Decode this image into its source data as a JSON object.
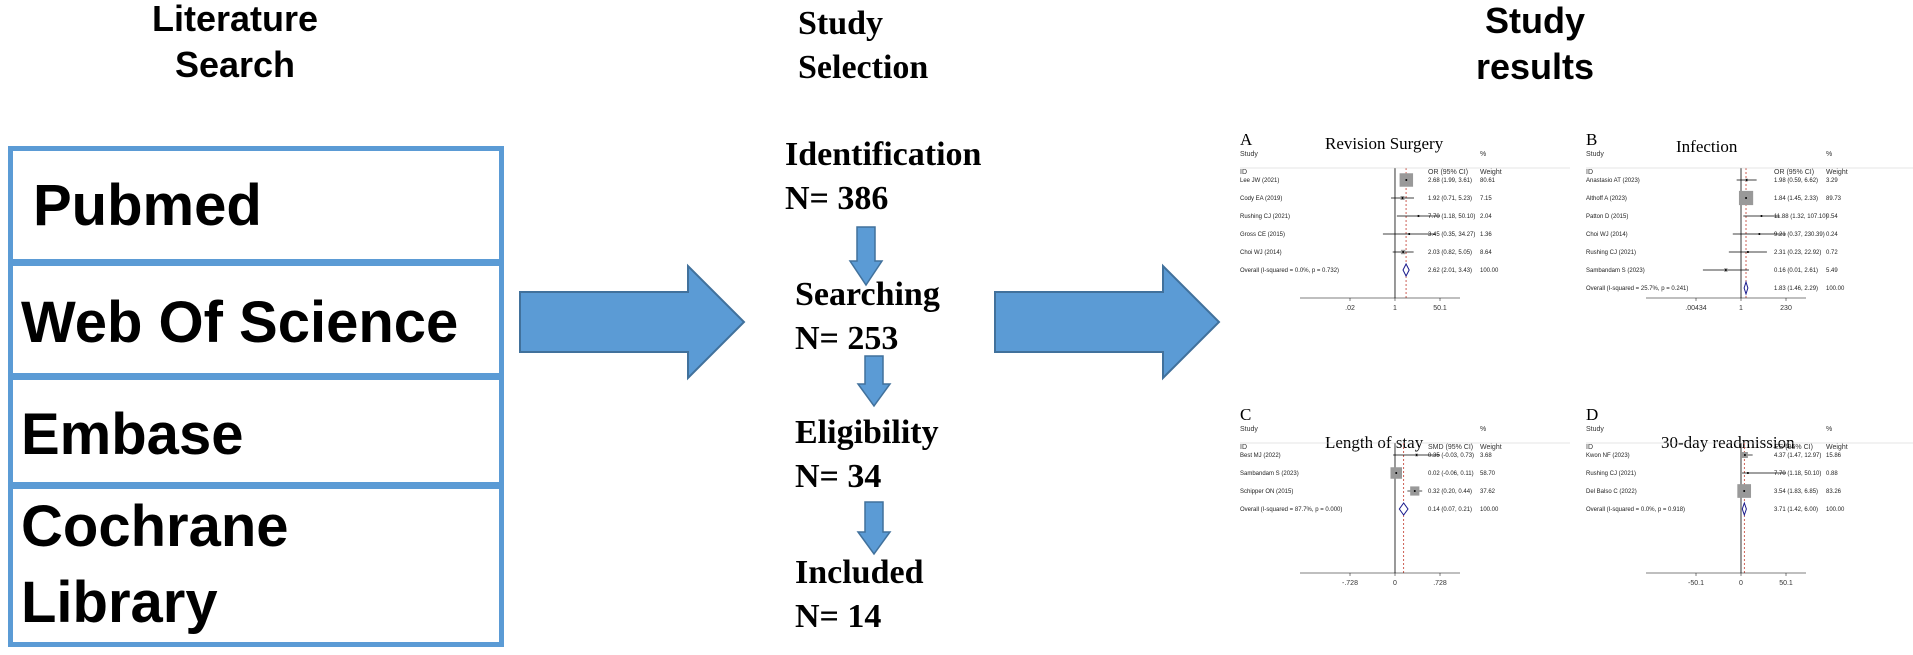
{
  "columns": {
    "search_title": "Literature\nSearch",
    "selection_title": "Study\nSelection",
    "results_title": "Study\nresults"
  },
  "databases": [
    "Pubmed",
    "Web Of Science",
    "Embase",
    "Cochrane\nLibrary"
  ],
  "steps": [
    {
      "label": "Identification",
      "count": "N= 386"
    },
    {
      "label": "Searching",
      "count": "N= 253"
    },
    {
      "label": "Eligibility",
      "count": "N= 34"
    },
    {
      "label": "Included",
      "count": "N= 14"
    }
  ],
  "colors": {
    "box_border": "#5b9bd5",
    "arrow": "#5b9bd5",
    "diamond": "#1a1a8c",
    "ref_line": "#c0392b"
  },
  "panels": [
    {
      "letter": "A",
      "title": "Revision Surgery",
      "effect_header": "OR (95% CI)",
      "study_header": "Study",
      "id_header": "ID",
      "pct_header": "%",
      "weight_header": "Weight",
      "ticks": [
        ".02",
        "1",
        "50.1"
      ],
      "xmin": 0.02,
      "xmax": 50.1,
      "scale": "log",
      "ref": 2.62,
      "rows": [
        {
          "study": "Lee JW (2021)",
          "est": 2.68,
          "lo": 1.99,
          "hi": 3.61,
          "ci": "2.68 (1.99, 3.61)",
          "weight": "80.61"
        },
        {
          "study": "Cody EA (2019)",
          "est": 1.92,
          "lo": 0.71,
          "hi": 5.23,
          "ci": "1.92 (0.71, 5.23)",
          "weight": "7.15"
        },
        {
          "study": "Rushing CJ (2021)",
          "est": 7.7,
          "lo": 1.18,
          "hi": 50.1,
          "ci": "7.70 (1.18, 50.10)",
          "weight": "2.04"
        },
        {
          "study": "Gross CE (2015)",
          "est": 3.45,
          "lo": 0.35,
          "hi": 34.27,
          "ci": "3.45 (0.35, 34.27)",
          "weight": "1.36"
        },
        {
          "study": "Choi WJ (2014)",
          "est": 2.03,
          "lo": 0.82,
          "hi": 5.05,
          "ci": "2.03 (0.82, 5.05)",
          "weight": "8.64"
        }
      ],
      "overall": {
        "label": "Overall  (I-squared = 0.0%, p = 0.732)",
        "est": 2.62,
        "lo": 2.01,
        "hi": 3.43,
        "ci": "2.62 (2.01, 3.43)",
        "weight": "100.00"
      }
    },
    {
      "letter": "B",
      "title": "Infection",
      "effect_header": "OR (95% CI)",
      "study_header": "Study",
      "id_header": "ID",
      "pct_header": "%",
      "weight_header": "Weight",
      "ticks": [
        ".00434",
        "1",
        "230"
      ],
      "xmin": 0.00434,
      "xmax": 230,
      "scale": "log",
      "ref": 1.83,
      "rows": [
        {
          "study": "Anastasio AT (2023)",
          "est": 1.98,
          "lo": 0.59,
          "hi": 6.62,
          "ci": "1.98 (0.59, 6.62)",
          "weight": "3.29"
        },
        {
          "study": "Althoff A (2023)",
          "est": 1.84,
          "lo": 1.45,
          "hi": 2.33,
          "ci": "1.84 (1.45, 2.33)",
          "weight": "89.73"
        },
        {
          "study": "Patton D (2015)",
          "est": 11.88,
          "lo": 1.32,
          "hi": 107.1,
          "ci": "11.88 (1.32, 107.10)",
          "weight": "0.54"
        },
        {
          "study": "Choi WJ (2014)",
          "est": 9.21,
          "lo": 0.37,
          "hi": 230.39,
          "ci": "9.21 (0.37, 230.39)",
          "weight": "0.24"
        },
        {
          "study": "Rushing CJ (2021)",
          "est": 2.31,
          "lo": 0.23,
          "hi": 22.92,
          "ci": "2.31 (0.23, 22.92)",
          "weight": "0.72"
        },
        {
          "study": "Sambandam S (2023)",
          "est": 0.16,
          "lo": 0.01,
          "hi": 2.61,
          "ci": "0.16 (0.01, 2.61)",
          "weight": "5.49"
        }
      ],
      "overall": {
        "label": "Overall  (I-squared = 25.7%, p = 0.241)",
        "est": 1.83,
        "lo": 1.46,
        "hi": 2.29,
        "ci": "1.83 (1.46, 2.29)",
        "weight": "100.00"
      }
    },
    {
      "letter": "C",
      "title": "Length of stay",
      "effect_header": "SMD (95% CI)",
      "study_header": "Study",
      "id_header": "ID",
      "pct_header": "%",
      "weight_header": "Weight",
      "ticks": [
        "-.728",
        "0",
        ".728"
      ],
      "xmin": -0.728,
      "xmax": 0.728,
      "scale": "linear",
      "ref": 0.14,
      "rows": [
        {
          "study": "Best MJ (2022)",
          "est": 0.35,
          "lo": -0.03,
          "hi": 0.73,
          "ci": "0.35 (-0.03, 0.73)",
          "weight": "3.68"
        },
        {
          "study": "Sambandam S (2023)",
          "est": 0.02,
          "lo": -0.06,
          "hi": 0.11,
          "ci": "0.02 (-0.06, 0.11)",
          "weight": "58.70"
        },
        {
          "study": "Schipper ON (2015)",
          "est": 0.32,
          "lo": 0.2,
          "hi": 0.44,
          "ci": "0.32 (0.20, 0.44)",
          "weight": "37.62"
        }
      ],
      "overall": {
        "label": "Overall  (I-squared = 87.7%, p = 0.000)",
        "est": 0.14,
        "lo": 0.07,
        "hi": 0.21,
        "ci": "0.14 (0.07, 0.21)",
        "weight": "100.00"
      }
    },
    {
      "letter": "D",
      "title": "30-day readmission",
      "effect_header": "ES (95% CI)",
      "study_header": "Study",
      "id_header": "ID",
      "pct_header": "%",
      "weight_header": "Weight",
      "ticks": [
        "-50.1",
        "0",
        "50.1"
      ],
      "xmin": -50.1,
      "xmax": 50.1,
      "scale": "linear",
      "ref": 3.71,
      "rows": [
        {
          "study": "Kwon NF (2023)",
          "est": 4.37,
          "lo": 1.47,
          "hi": 12.97,
          "ci": "4.37 (1.47, 12.97)",
          "weight": "15.86"
        },
        {
          "study": "Rushing CJ (2021)",
          "est": 7.7,
          "lo": 1.18,
          "hi": 50.1,
          "ci": "7.70 (1.18, 50.10)",
          "weight": "0.88"
        },
        {
          "study": "Del Balso C (2022)",
          "est": 3.54,
          "lo": 1.83,
          "hi": 6.85,
          "ci": "3.54 (1.83, 6.85)",
          "weight": "83.26"
        }
      ],
      "overall": {
        "label": "Overall  (I-squared = 0.0%, p = 0.918)",
        "est": 3.71,
        "lo": 1.42,
        "hi": 6.0,
        "ci": "3.71 (1.42, 6.00)",
        "weight": "100.00"
      }
    }
  ]
}
